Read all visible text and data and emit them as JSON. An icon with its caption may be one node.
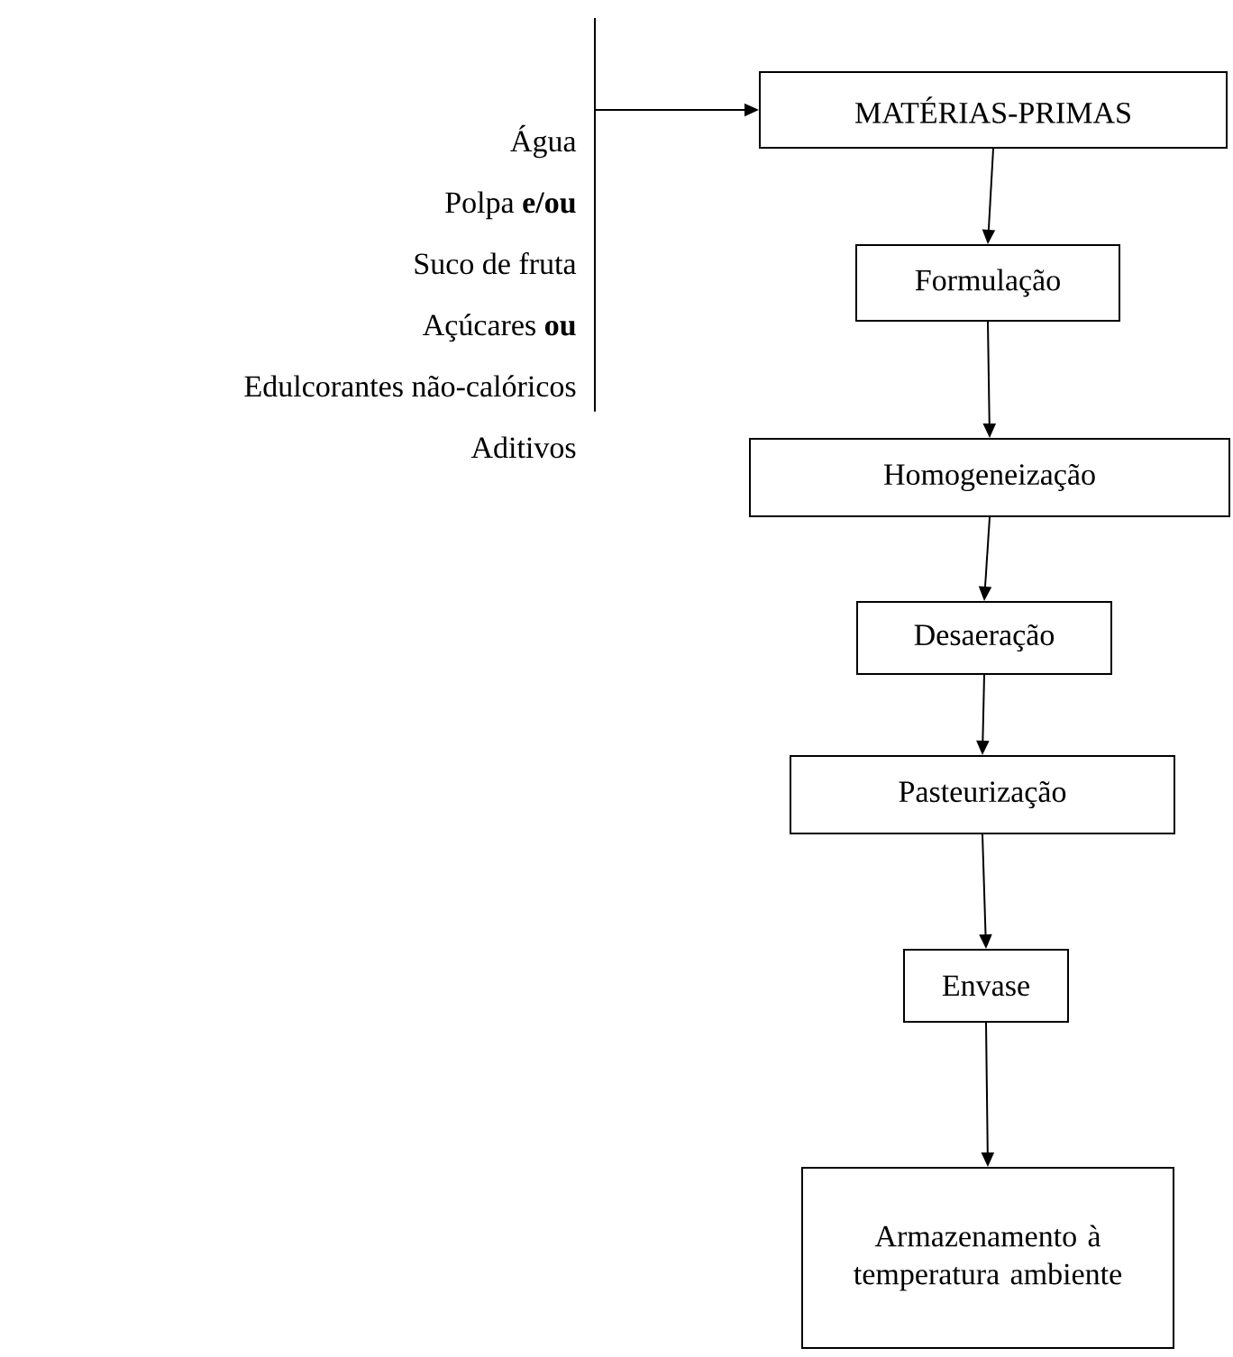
{
  "diagram": {
    "nodes": [
      {
        "text": [
          "Água",
          "Polpa **e/ou**",
          "Suco de fruta",
          "Açúcares **ou**",
          "Edulcorantes não-calóricos",
          "Aditivos"
        ]
      },
      {
        "text": [
          "MATÉRIAS-PRIMAS"
        ]
      },
      {
        "text": [
          "Formulação"
        ]
      },
      {
        "text": [
          "Homogeneização"
        ]
      },
      {
        "text": [
          "Desaeração"
        ]
      },
      {
        "text": [
          "Pasteurização"
        ]
      },
      {
        "text": [
          "Envase"
        ]
      },
      {
        "text": [
          "Armazenamento à temperatura ambiente"
        ]
      }
    ],
    "edges": [
      {
        "from": 0,
        "to": 1,
        "arrow": "to"
      },
      {
        "from": 1,
        "to": 2,
        "arrow": "to"
      },
      {
        "from": 2,
        "to": 3,
        "arrow": "to"
      },
      {
        "from": 3,
        "to": 4,
        "arrow": "to"
      },
      {
        "from": 4,
        "to": 5,
        "arrow": "to"
      },
      {
        "from": 5,
        "to": 6,
        "arrow": "to"
      },
      {
        "from": 6,
        "to": 7,
        "arrow": "to"
      }
    ]
  }
}
